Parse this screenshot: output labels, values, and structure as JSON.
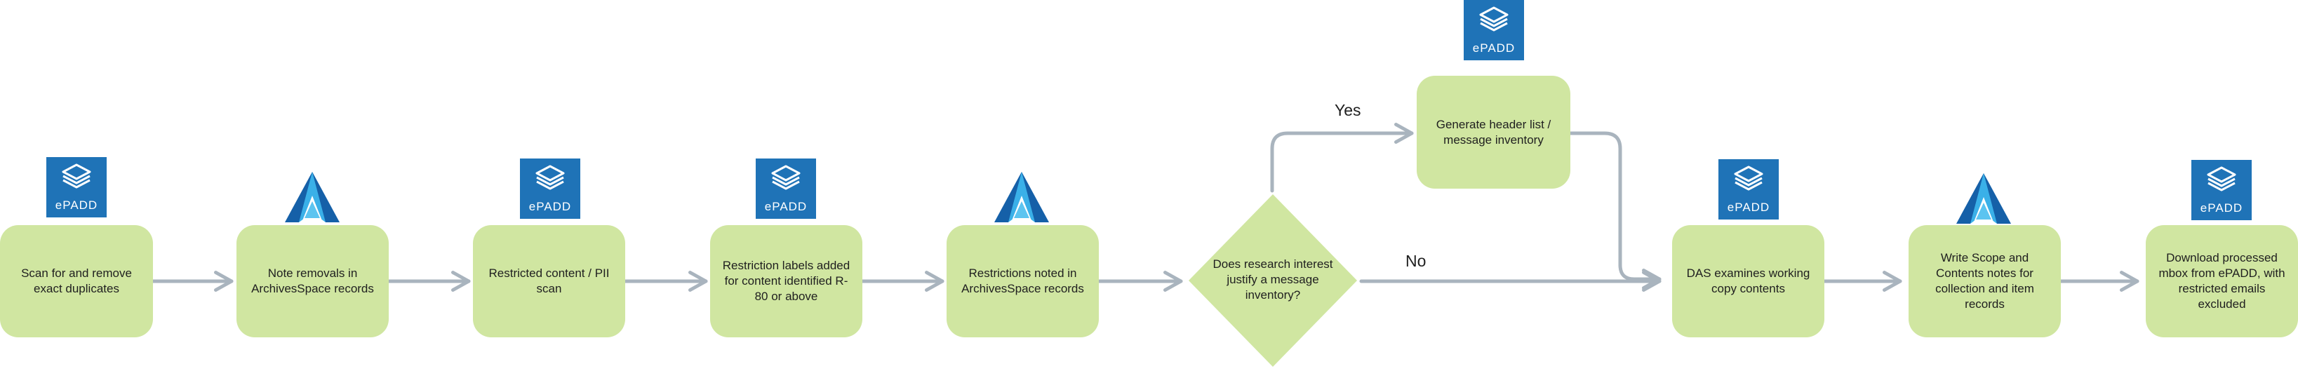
{
  "nodes": {
    "n1": "Scan for and remove exact duplicates",
    "n2": "Note removals in ArchivesSpace records",
    "n3": "Restricted content / PII scan",
    "n4": "Restriction labels added for content identified R-80 or above",
    "n5": "Restrictions noted in ArchivesSpace records",
    "decision": "Does research interest justify a message inventory?",
    "n6": "Generate header list / message inventory",
    "n7": "DAS examines working copy contents",
    "n8": "Write Scope and Contents notes for collection and item records",
    "n9": "Download processed mbox from ePADD, with restricted emails excluded"
  },
  "edge_labels": {
    "yes": "Yes",
    "no": "No"
  },
  "icons": {
    "epadd_word": "ePADD"
  },
  "colors": {
    "node_fill": "#d0e6a1",
    "arrow": "#a9b4be",
    "epadd_blue": "#1f73b7",
    "aspace_dark": "#1560a8",
    "aspace_light": "#3ab0e8"
  }
}
